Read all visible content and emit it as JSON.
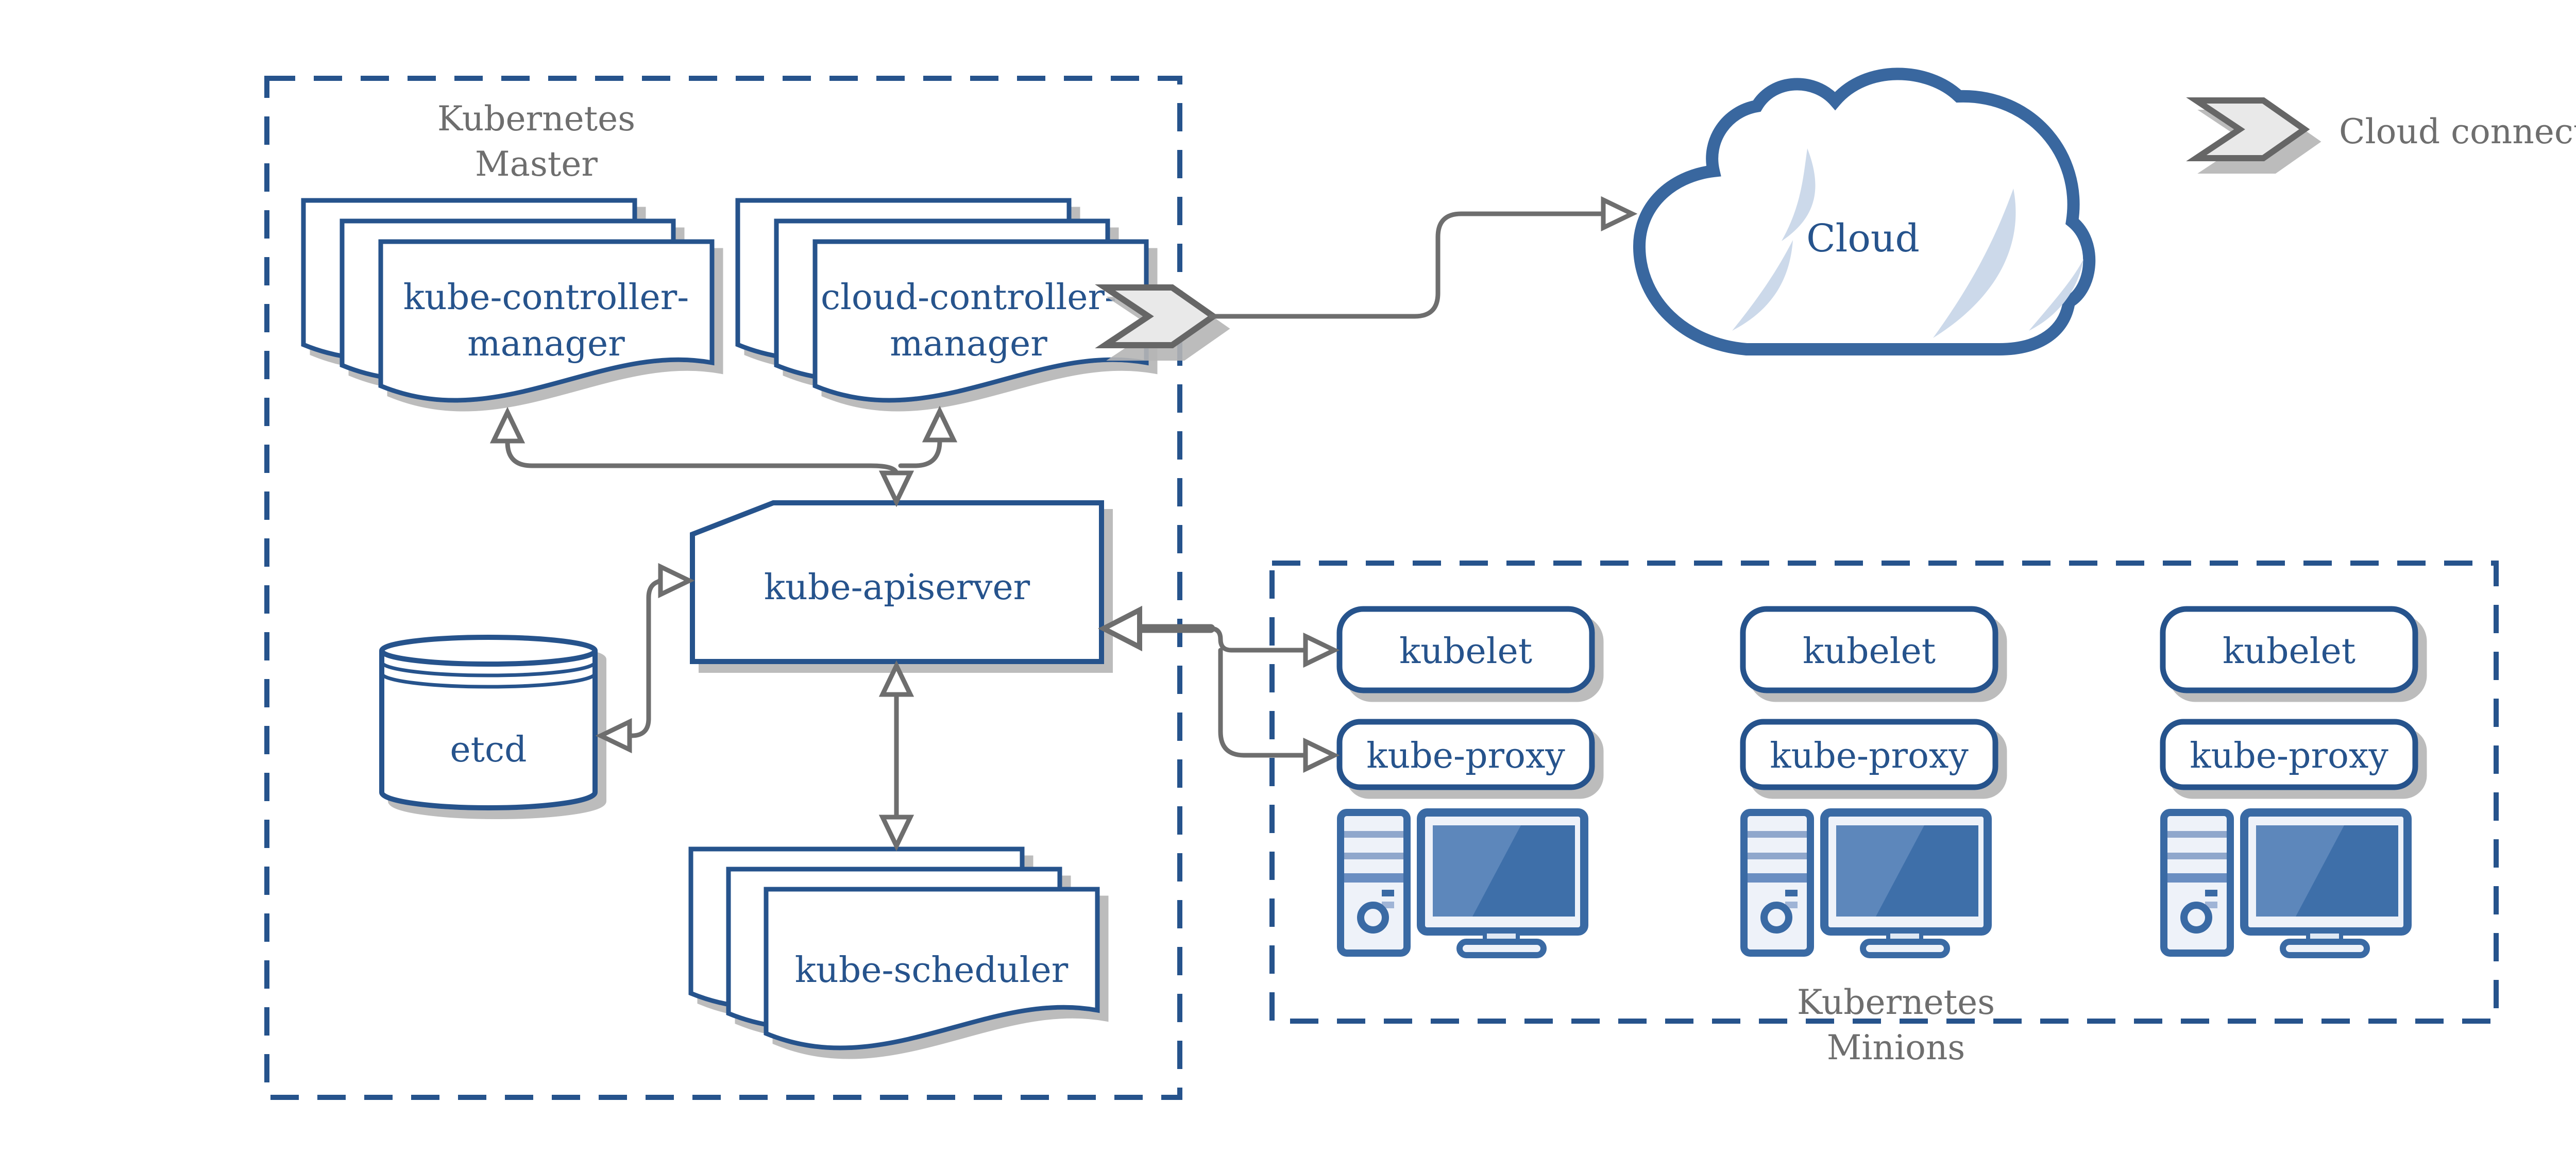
{
  "master": {
    "title_line1": "Kubernetes",
    "title_line2": "Master",
    "kube_controller_manager": {
      "line1": "kube-controller-",
      "line2": "manager"
    },
    "cloud_controller_manager": {
      "line1": "cloud-controller-",
      "line2": "manager"
    },
    "kube_apiserver": "kube-apiserver",
    "etcd": "etcd",
    "kube_scheduler": "kube-scheduler"
  },
  "minions": {
    "title_line1": "Kubernetes",
    "title_line2": "Minions",
    "nodes": [
      {
        "kubelet": "kubelet",
        "kube_proxy": "kube-proxy"
      },
      {
        "kubelet": "kubelet",
        "kube_proxy": "kube-proxy"
      },
      {
        "kubelet": "kubelet",
        "kube_proxy": "kube-proxy"
      }
    ]
  },
  "cloud": {
    "label": "Cloud"
  },
  "legend": {
    "label": "Cloud connector"
  },
  "icons": [
    "cloud-connector-chevron-icon",
    "cloud-icon",
    "database-cylinder-icon",
    "document-stack-icon",
    "workstation-icon"
  ],
  "colors": {
    "shape_border_blue": "#26538c",
    "label_blue": "#26538c",
    "icon_blue": "#3a6aa4",
    "cloud_border_blue": "#39679f",
    "screen_blue": "#3e6fa9",
    "screen_highlight_blue": "#5d87bb",
    "light_fill": "#eef2f9",
    "crescent_blue": "#ccd9ea",
    "arrow_gray": "#6e6e6e",
    "title_gray": "#6e6e6e",
    "chevron_fill": "#e9e9e9",
    "shadow_gray": "#b5b5b5"
  }
}
